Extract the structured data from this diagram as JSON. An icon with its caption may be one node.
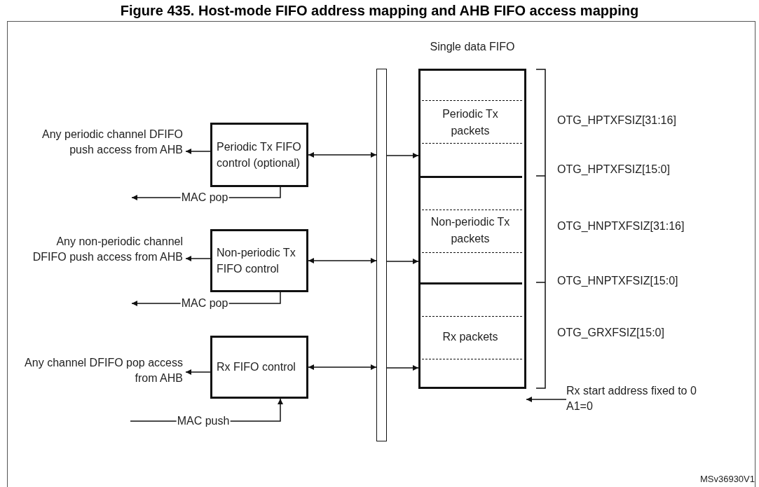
{
  "diagram": {
    "title": "Figure 435. Host-mode FIFO address mapping and AHB FIFO access mapping",
    "nodes": [
      {
        "text": [
          "Any periodic channel DFIFO push access from AHB"
        ]
      },
      {
        "text": [
          "Periodic Tx FIFO control (optional)"
        ]
      },
      {
        "text": [
          "Any non-periodic channel DFIFO push access from AHB"
        ]
      },
      {
        "text": [
          "Non-periodic Tx FIFO control"
        ]
      },
      {
        "text": [
          "Any channel DFIFO pop access from AHB"
        ]
      },
      {
        "text": [
          "Rx FIFO control"
        ]
      },
      {
        "text": [],
        "shape": "bar"
      },
      {
        "text": [
          "Single data FIFO"
        ]
      },
      {
        "text": [
          "Periodic Tx packets"
        ],
        "in": 7
      },
      {
        "text": [
          "Non-periodic Tx packets"
        ],
        "in": 7
      },
      {
        "text": [
          "Rx packets"
        ],
        "in": 7
      },
      {
        "text": [
          "Rx start address fixed to 0",
          "A1=0"
        ]
      }
    ],
    "edges": [
      {
        "from": 1,
        "to": 0,
        "arrow": "to"
      },
      {
        "from": 1,
        "to": null,
        "arrow": "to",
        "label": "MAC pop"
      },
      {
        "from": 3,
        "to": 2,
        "arrow": "to"
      },
      {
        "from": 3,
        "to": null,
        "arrow": "to",
        "label": "MAC pop"
      },
      {
        "from": 5,
        "to": 4,
        "arrow": "to"
      },
      {
        "from": null,
        "to": 5,
        "arrow": "to",
        "label": "MAC push"
      },
      {
        "from": 6,
        "to": 1,
        "arrow": "both"
      },
      {
        "from": 6,
        "to": 3,
        "arrow": "both"
      },
      {
        "from": 6,
        "to": 5,
        "arrow": "both"
      },
      {
        "from": 6,
        "to": 8,
        "arrow": "to"
      },
      {
        "from": 6,
        "to": 9,
        "arrow": "to"
      },
      {
        "from": 6,
        "to": 10,
        "arrow": "to"
      },
      {
        "from": 11,
        "to": 10,
        "arrow": "to"
      }
    ],
    "labels": [
      "OTG_HPTXFSIZ[31:16]",
      "OTG_HPTXFSIZ[15:0]",
      "OTG_HNPTXFSIZ[31:16]",
      "OTG_HNPTXFSIZ[15:0]",
      "OTG_GRXFSIZ[15:0]",
      "MSv36930V1"
    ]
  }
}
